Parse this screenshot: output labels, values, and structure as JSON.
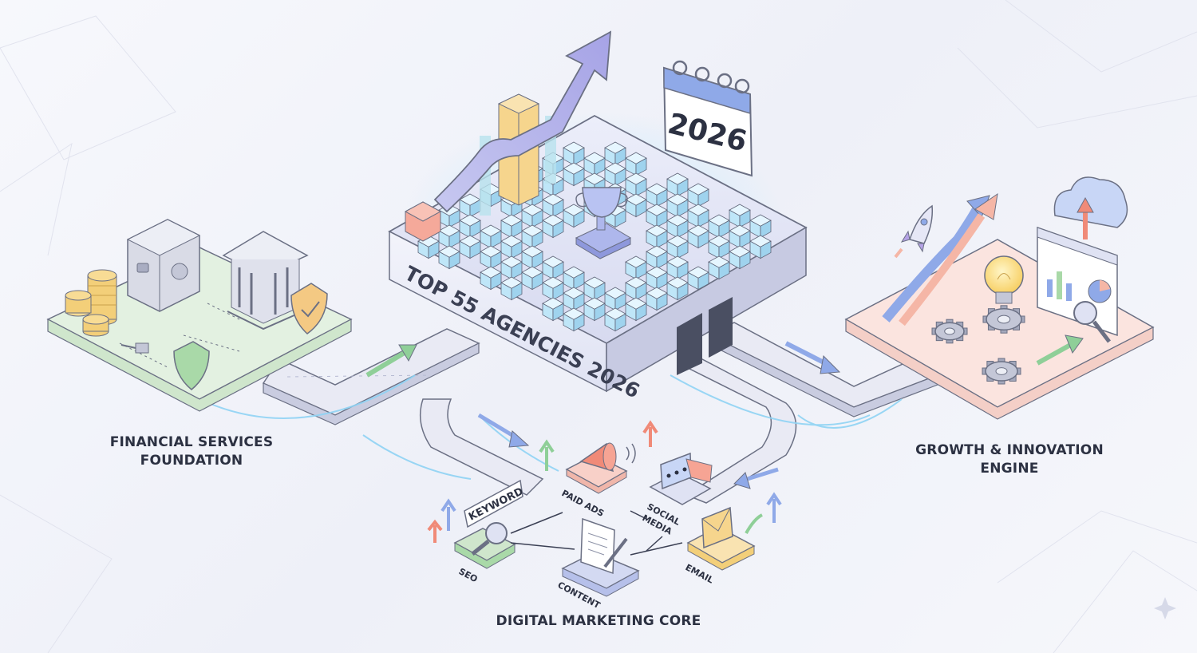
{
  "center": {
    "banner": "TOP 55 AGENCIES 2026",
    "calendar_year": "2026",
    "icons": [
      "trophy-icon",
      "trend-arrow-icon",
      "calendar-icon"
    ]
  },
  "sections": {
    "financial": {
      "line1": "FINANCIAL SERVICES",
      "line2": "FOUNDATION",
      "icons": [
        "safe-icon",
        "bank-icon",
        "coins-icon",
        "shield-check-icon",
        "key-icon",
        "shield-icon"
      ]
    },
    "growth": {
      "line1": "GROWTH & INNOVATION",
      "line2": "ENGINE",
      "icons": [
        "rocket-icon",
        "lightbulb-icon",
        "gear-icon",
        "cloud-upload-icon",
        "analytics-window-icon",
        "magnifier-icon"
      ]
    },
    "digital": {
      "title": "DIGITAL MARKETING CORE",
      "keyword_tag": "KEYWORD",
      "labels": {
        "paid_ads": "PAID ADS",
        "social_media_1": "SOCIAL",
        "social_media_2": "MEDIA",
        "seo": "SEO",
        "content": "CONTENT",
        "email": "EMAIL"
      }
    }
  },
  "colors": {
    "lavender": "#d9dcf2",
    "green": "#d8eed9",
    "peach": "#f8dcd6",
    "blue_glow": "#8fd3f4",
    "dark": "#2c3142"
  }
}
